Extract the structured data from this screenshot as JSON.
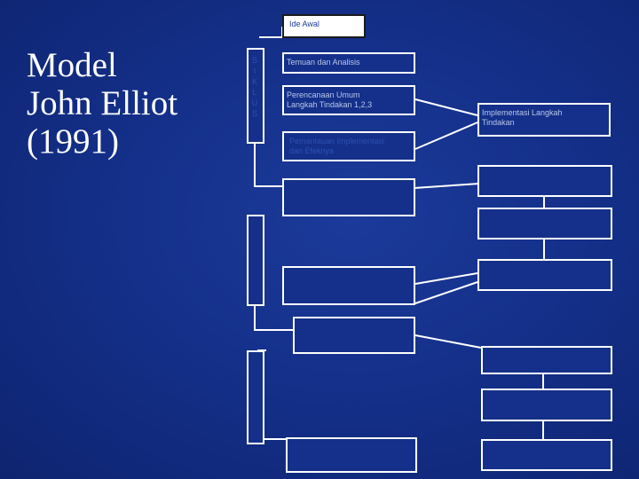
{
  "title_lines": [
    "Model",
    "John Elliot",
    "(1991)"
  ],
  "nodes": {
    "ide_awal": "Ide Awal",
    "temuan": "Temuan dan Analisis",
    "perencanaan_line1": "Perencanaan Umum",
    "perencanaan_line2": "Langkah Tindakan 1,2,3",
    "implementasi_line1": "Implementasi Langkah",
    "implementasi_line2": "Tindakan",
    "pemantauan_line1": "Pemantauan Implementasi",
    "pemantauan_line2": "dan Efeknya"
  },
  "siklus_letters": [
    "S",
    "I",
    "K",
    "L",
    "U",
    "S"
  ],
  "colors": {
    "background": "#14308a",
    "line": "#ffffff",
    "label": "#b9c6ea"
  }
}
